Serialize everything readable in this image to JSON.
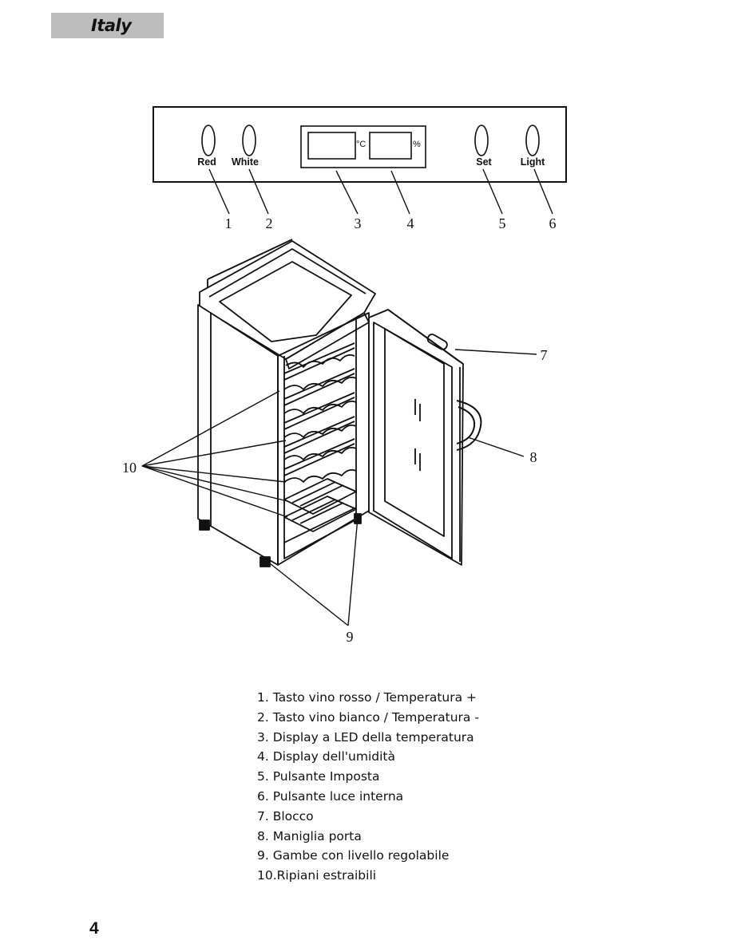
{
  "header": {
    "section_tab": "Italy"
  },
  "control_panel": {
    "buttons": [
      {
        "label": "Red",
        "callout": "1"
      },
      {
        "label": "White",
        "callout": "2"
      },
      {
        "label": "Set",
        "callout": "5"
      },
      {
        "label": "Light",
        "callout": "6"
      }
    ],
    "displays": [
      {
        "unit": "°C",
        "callout": "3"
      },
      {
        "unit": "%",
        "callout": "4"
      }
    ]
  },
  "cabinet_callouts": {
    "lock": "7",
    "door_handle": "8",
    "legs": "9",
    "shelves": "10"
  },
  "legend": [
    "1. Tasto vino rosso / Temperatura +",
    "2. Tasto vino bianco / Temperatura -",
    "3. Display a LED della temperatura",
    "4. Display dell'umidità",
    "5. Pulsante Imposta",
    "6. Pulsante luce interna",
    "7. Blocco",
    "8. Maniglia porta",
    "9. Gambe con livello regolabile",
    "10.Ripiani estraibili"
  ],
  "footer": {
    "page_number": "4"
  }
}
